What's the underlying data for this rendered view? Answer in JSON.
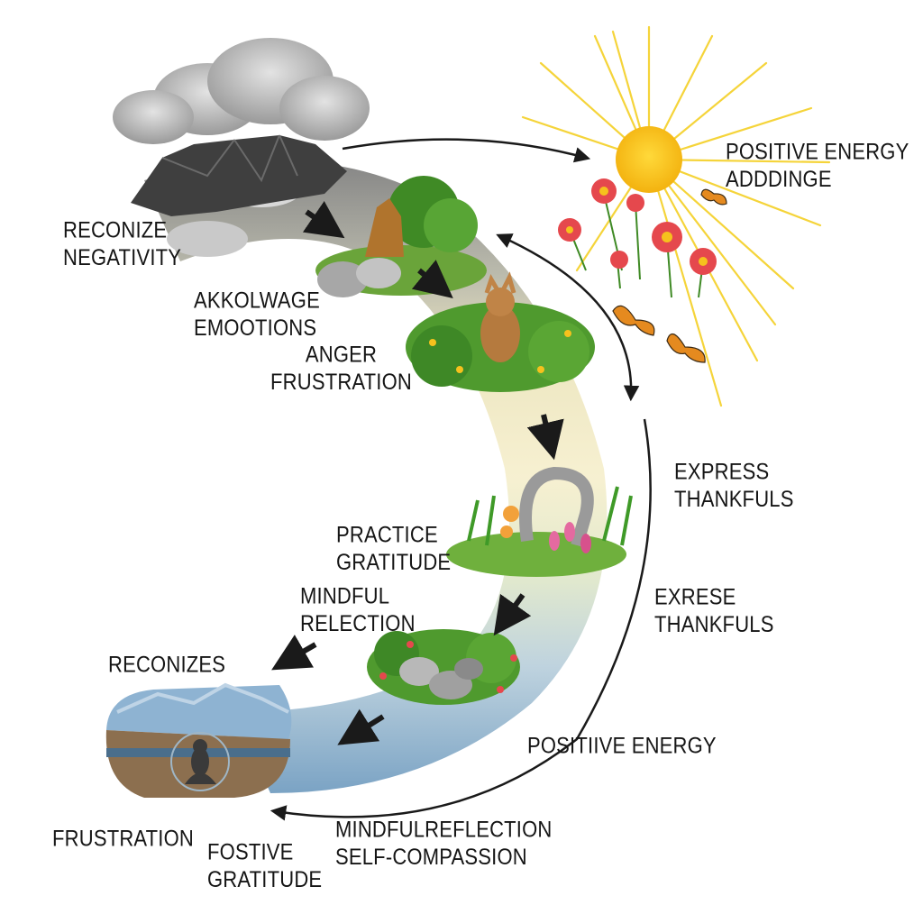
{
  "colors": {
    "storm_dark": "#3f3f3f",
    "cloud_gray": "#bdbdbd",
    "band_gray": "#9b9b9b",
    "band_yellow": "#f4edc2",
    "band_blue": "#7fa7c6",
    "sun": "#f7c21a",
    "sun_rays": "#f5d43a",
    "foliage": "#4f9a2e",
    "flower_red": "#e5484d",
    "butterfly": "#e58a1f",
    "arrow": "#1a1a1a",
    "text": "#151515"
  },
  "labels": {
    "recognize_negativity": [
      "RECONIZE",
      "NEGATIVITY"
    ],
    "acknowledge_emotions": [
      "AKKOLWAGE",
      "EMOOTIONS"
    ],
    "anger_frustration": [
      "ANGER",
      "FRUSTRATION"
    ],
    "positive_energy_adding": [
      "POSITIVE ENERGY",
      "ADDDINGE"
    ],
    "express_thankfuls_1": [
      "EXPRESS",
      "THANKFULS"
    ],
    "express_thankfuls_2": [
      "EXRESE",
      "THANKFULS"
    ],
    "practice_gratitude": [
      "PRACTICE",
      "GRATITUDE"
    ],
    "mindful_relection": [
      "MINDFUL",
      "RELECTION"
    ],
    "reconizes": [
      "RECONIZES"
    ],
    "positive_energy": [
      "POSITIIVE ENERGY"
    ],
    "frustration": [
      "FRUSTRATION"
    ],
    "fostive_gratitude": [
      "FOSTIVE",
      "GRATITUDE"
    ],
    "mindful_self_compassion": [
      "MINDFULREFLECTION",
      "SELF-COMPASSION"
    ]
  },
  "illustrations": [
    {
      "name": "storm-clouds-icon"
    },
    {
      "name": "rocky-mountain-icon"
    },
    {
      "name": "tree-stump-rocks-icon"
    },
    {
      "name": "seated-figure-bush-icon"
    },
    {
      "name": "stone-arch-garden-icon"
    },
    {
      "name": "rock-garden-icon"
    },
    {
      "name": "meditating-figure-globe-icon"
    },
    {
      "name": "sun-icon"
    },
    {
      "name": "flowers-icon"
    },
    {
      "name": "butterfly-icon"
    }
  ]
}
